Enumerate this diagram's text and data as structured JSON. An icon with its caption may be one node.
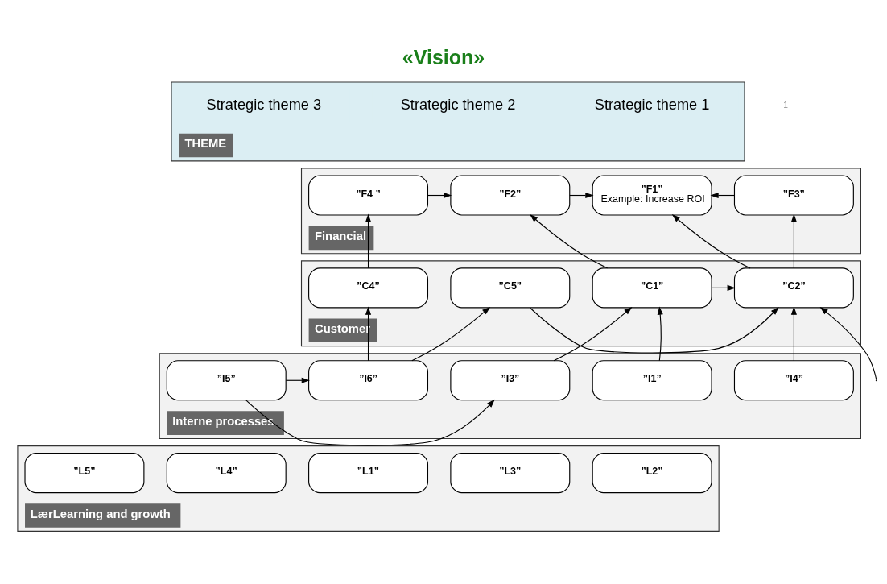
{
  "diagram": {
    "title": "«Vision»",
    "nodes": [
      {
        "text": [
          "THEME"
        ]
      },
      {
        "text": [
          "Strategic theme 1"
        ],
        "in": 0
      },
      {
        "text": [
          "Strategic theme 2"
        ],
        "in": 0
      },
      {
        "text": [
          "Strategic theme 3"
        ],
        "in": 0
      },
      {
        "text": [
          "Financial"
        ]
      },
      {
        "text": [
          "”F1”",
          "Example: Increase ROI"
        ],
        "in": 4
      },
      {
        "text": [
          "”F2”"
        ],
        "in": 4
      },
      {
        "text": [
          "”F3”"
        ],
        "in": 4
      },
      {
        "text": [
          "”F4 ”"
        ],
        "in": 4
      },
      {
        "text": [
          "Customer"
        ]
      },
      {
        "text": [
          "”C1”"
        ],
        "in": 9
      },
      {
        "text": [
          "”C2”"
        ],
        "in": 9
      },
      {
        "text": [
          "”C4”"
        ],
        "in": 9
      },
      {
        "text": [
          "”C5”"
        ],
        "in": 9
      },
      {
        "text": [
          "Interne processes"
        ]
      },
      {
        "text": [
          "”I1”"
        ],
        "in": 14
      },
      {
        "text": [
          "”I3”"
        ],
        "in": 14
      },
      {
        "text": [
          "”I4”"
        ],
        "in": 14
      },
      {
        "text": [
          "”I5”"
        ],
        "in": 14
      },
      {
        "text": [
          "”I6”"
        ],
        "in": 14
      },
      {
        "text": [
          "LærLearning and growth"
        ]
      },
      {
        "text": [
          "”L2”"
        ],
        "in": 20
      },
      {
        "text": [
          "”L3”"
        ],
        "in": 20
      },
      {
        "text": [
          "”L1”"
        ],
        "in": 20
      },
      {
        "text": [
          "”L4”"
        ],
        "in": 20
      },
      {
        "text": [
          "”L5”"
        ],
        "in": 20
      }
    ],
    "edges": [
      {
        "from": 8,
        "to": 6,
        "arrow": "to"
      },
      {
        "from": 6,
        "to": 5,
        "arrow": "to"
      },
      {
        "from": 7,
        "to": 5,
        "arrow": "to"
      },
      {
        "from": 11,
        "to": 5,
        "arrow": "to"
      },
      {
        "from": 11,
        "to": 7,
        "arrow": "to"
      },
      {
        "from": 10,
        "to": 6,
        "arrow": "to"
      },
      {
        "from": 10,
        "to": 11,
        "arrow": "to"
      },
      {
        "from": null,
        "to": 11,
        "arrow": "to"
      },
      {
        "from": 13,
        "to": 11,
        "arrow": "to"
      },
      {
        "from": 17,
        "to": 11,
        "arrow": "to"
      },
      {
        "from": 12,
        "to": 8,
        "arrow": "to"
      },
      {
        "from": 15,
        "to": 10,
        "arrow": "to"
      },
      {
        "from": 16,
        "to": 10,
        "arrow": "to"
      },
      {
        "from": 18,
        "to": 16,
        "arrow": "to"
      },
      {
        "from": 18,
        "to": 19,
        "arrow": "to"
      },
      {
        "from": 19,
        "to": 13,
        "arrow": "to"
      },
      {
        "from": 19,
        "to": 12,
        "arrow": "to"
      }
    ],
    "labels": [
      "1"
    ]
  }
}
